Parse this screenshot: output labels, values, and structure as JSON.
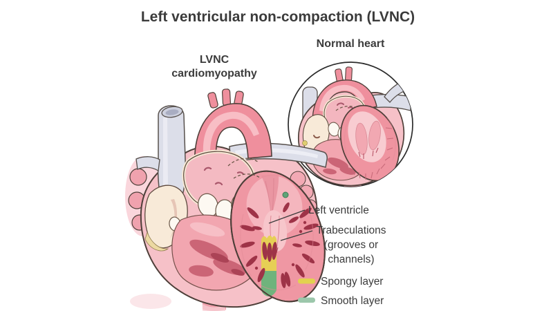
{
  "title": "Left ventricular non-compaction (LVNC)",
  "panels": {
    "lvnc": {
      "label_line1": "LVNC",
      "label_line2": "cardiomyopathy"
    },
    "normal": {
      "label": "Normal heart"
    }
  },
  "callouts": {
    "left_ventricle": "Left ventricle",
    "trabeculations_line1": "Trabeculations",
    "trabeculations_line2": "(grooves or",
    "trabeculations_line3": "channels)"
  },
  "legend": {
    "items": [
      {
        "name": "spongy-layer",
        "label": "Spongy layer",
        "color": "#e2d24f"
      },
      {
        "name": "smooth-layer",
        "label": "Smooth layer",
        "color": "#9cc7ab"
      }
    ]
  },
  "colors": {
    "background": "#ffffff",
    "text": "#3b3b3b",
    "outline": "#4e3f39",
    "aorta_pink": "#ef8f9d",
    "vessel_lavender": "#dcdee9",
    "heart_body_pink": "#f6c1c8",
    "atrium_cream": "#f8ead8",
    "ventricle_wall_pink": "#ef97a3",
    "trabeculation_red": "#9e3347",
    "spongy_yellow": "#e6cf55",
    "smooth_green": "#6fb37c"
  }
}
